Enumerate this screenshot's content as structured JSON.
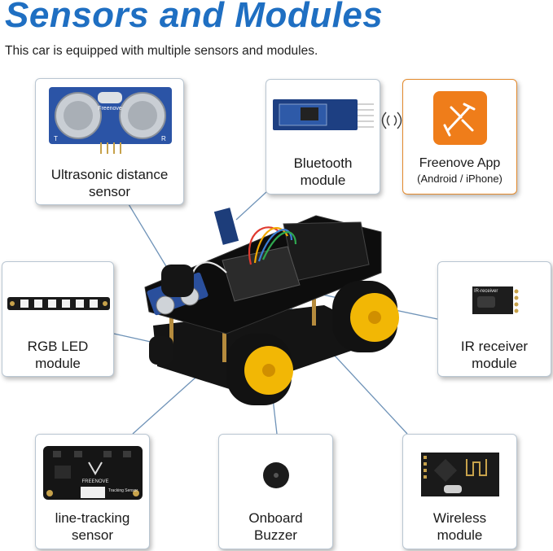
{
  "header": {
    "title": "Sensors and Modules",
    "subtitle": "This car is equipped with multiple sensors and modules."
  },
  "modules": {
    "ultrasonic": {
      "line1": "Ultrasonic distance",
      "line2": "sensor",
      "silk_brand": "Freenove",
      "silk_t": "T",
      "silk_r": "R"
    },
    "bluetooth": {
      "line1": "Bluetooth",
      "line2": "module"
    },
    "app": {
      "line1": "Freenove App",
      "line2": "(Android / iPhone)"
    },
    "rgb_led": {
      "line1": "RGB LED",
      "line2": "module"
    },
    "ir_receiver": {
      "line1": "IR receiver",
      "line2": "module",
      "silk": "IR-receiver"
    },
    "line_tracking": {
      "line1": "line-tracking",
      "line2": "sensor",
      "silk_brand": "FREENOVE",
      "silk_tag": "Tracking Sensor"
    },
    "buzzer": {
      "line1": "Onboard",
      "line2": "Buzzer"
    },
    "wireless": {
      "line1": "Wireless",
      "line2": "module"
    }
  },
  "colors": {
    "title": "#1f6fc2",
    "connector_lines": "#6f93b8",
    "app_accent": "#ef7d1a",
    "wheel": "#f2b705"
  }
}
